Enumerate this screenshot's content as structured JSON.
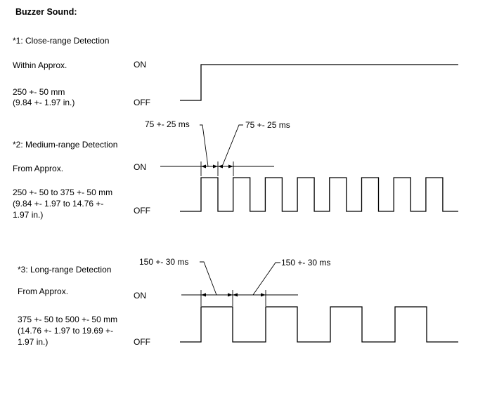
{
  "title": "Buzzer Sound:",
  "sections": [
    {
      "heading": "*1: Close-range Detection",
      "from_label": "Within Approx.",
      "range_lines": [
        "250 +- 50 mm",
        "(9.84 +- 1.97 in.)"
      ],
      "on_label": "ON",
      "off_label": "OFF"
    },
    {
      "heading": "*2: Medium-range Detection",
      "from_label": "From Approx.",
      "range_lines": [
        "250 +- 50 to 375 +- 50 mm",
        "(9.84 +- 1.97 to 14.76 +-",
        "1.97 in.)"
      ],
      "on_label": "ON",
      "off_label": "OFF",
      "timing_labels": [
        "75 +- 25 ms",
        "75 +- 25 ms"
      ]
    },
    {
      "heading": "*3: Long-range Detection",
      "from_label": "From Approx.",
      "range_lines": [
        "375 +- 50 to 500 +- 50 mm",
        "(14.76 +- 1.97 to 19.69 +-",
        "1.97 in.)"
      ],
      "on_label": "ON",
      "off_label": "OFF",
      "timing_labels": [
        "150 +- 30 ms",
        "150 +- 30 ms"
      ]
    }
  ]
}
